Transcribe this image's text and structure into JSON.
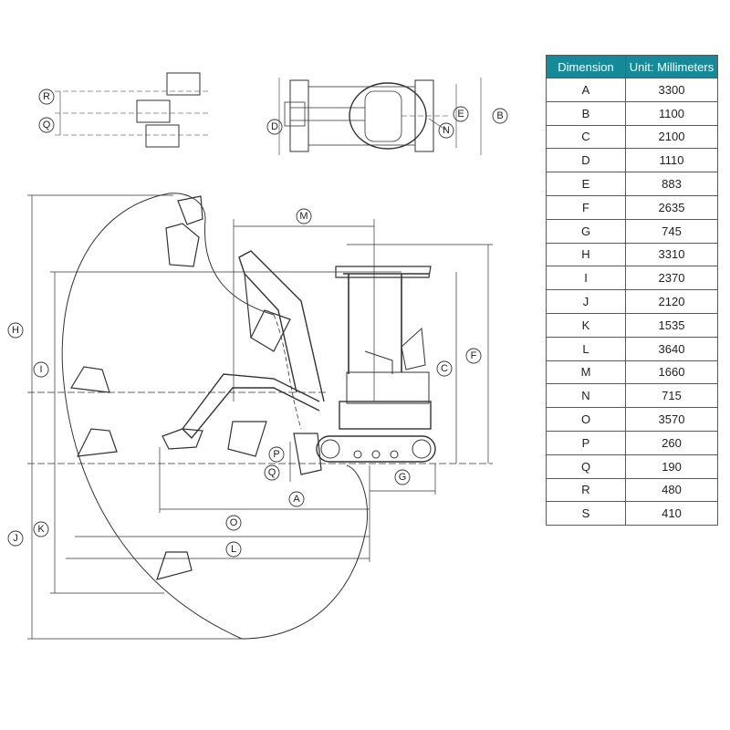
{
  "table": {
    "header": {
      "dimension": "Dimension",
      "unit": "Unit: Millimeters"
    },
    "header_color": "#178a9a",
    "rows": [
      {
        "dim": "A",
        "value": "3300"
      },
      {
        "dim": "B",
        "value": "1100"
      },
      {
        "dim": "C",
        "value": "2100"
      },
      {
        "dim": "D",
        "value": "1110"
      },
      {
        "dim": "E",
        "value": "883"
      },
      {
        "dim": "F",
        "value": "2635"
      },
      {
        "dim": "G",
        "value": "745"
      },
      {
        "dim": "H",
        "value": "3310"
      },
      {
        "dim": "I",
        "value": "2370"
      },
      {
        "dim": "J",
        "value": "2120"
      },
      {
        "dim": "K",
        "value": "1535"
      },
      {
        "dim": "L",
        "value": "3640"
      },
      {
        "dim": "M",
        "value": "1660"
      },
      {
        "dim": "N",
        "value": "715"
      },
      {
        "dim": "O",
        "value": "3570"
      },
      {
        "dim": "P",
        "value": "260"
      },
      {
        "dim": "Q",
        "value": "190"
      },
      {
        "dim": "R",
        "value": "480"
      },
      {
        "dim": "S",
        "value": "410"
      }
    ]
  },
  "diagram": {
    "labels": {
      "A": "A",
      "B": "B",
      "C": "C",
      "D": "D",
      "E": "E",
      "F": "F",
      "G": "G",
      "H": "H",
      "I": "I",
      "J": "J",
      "K": "K",
      "L": "L",
      "M": "M",
      "N": "N",
      "O": "O",
      "P": "P",
      "Q": "Q",
      "R": "R"
    }
  }
}
